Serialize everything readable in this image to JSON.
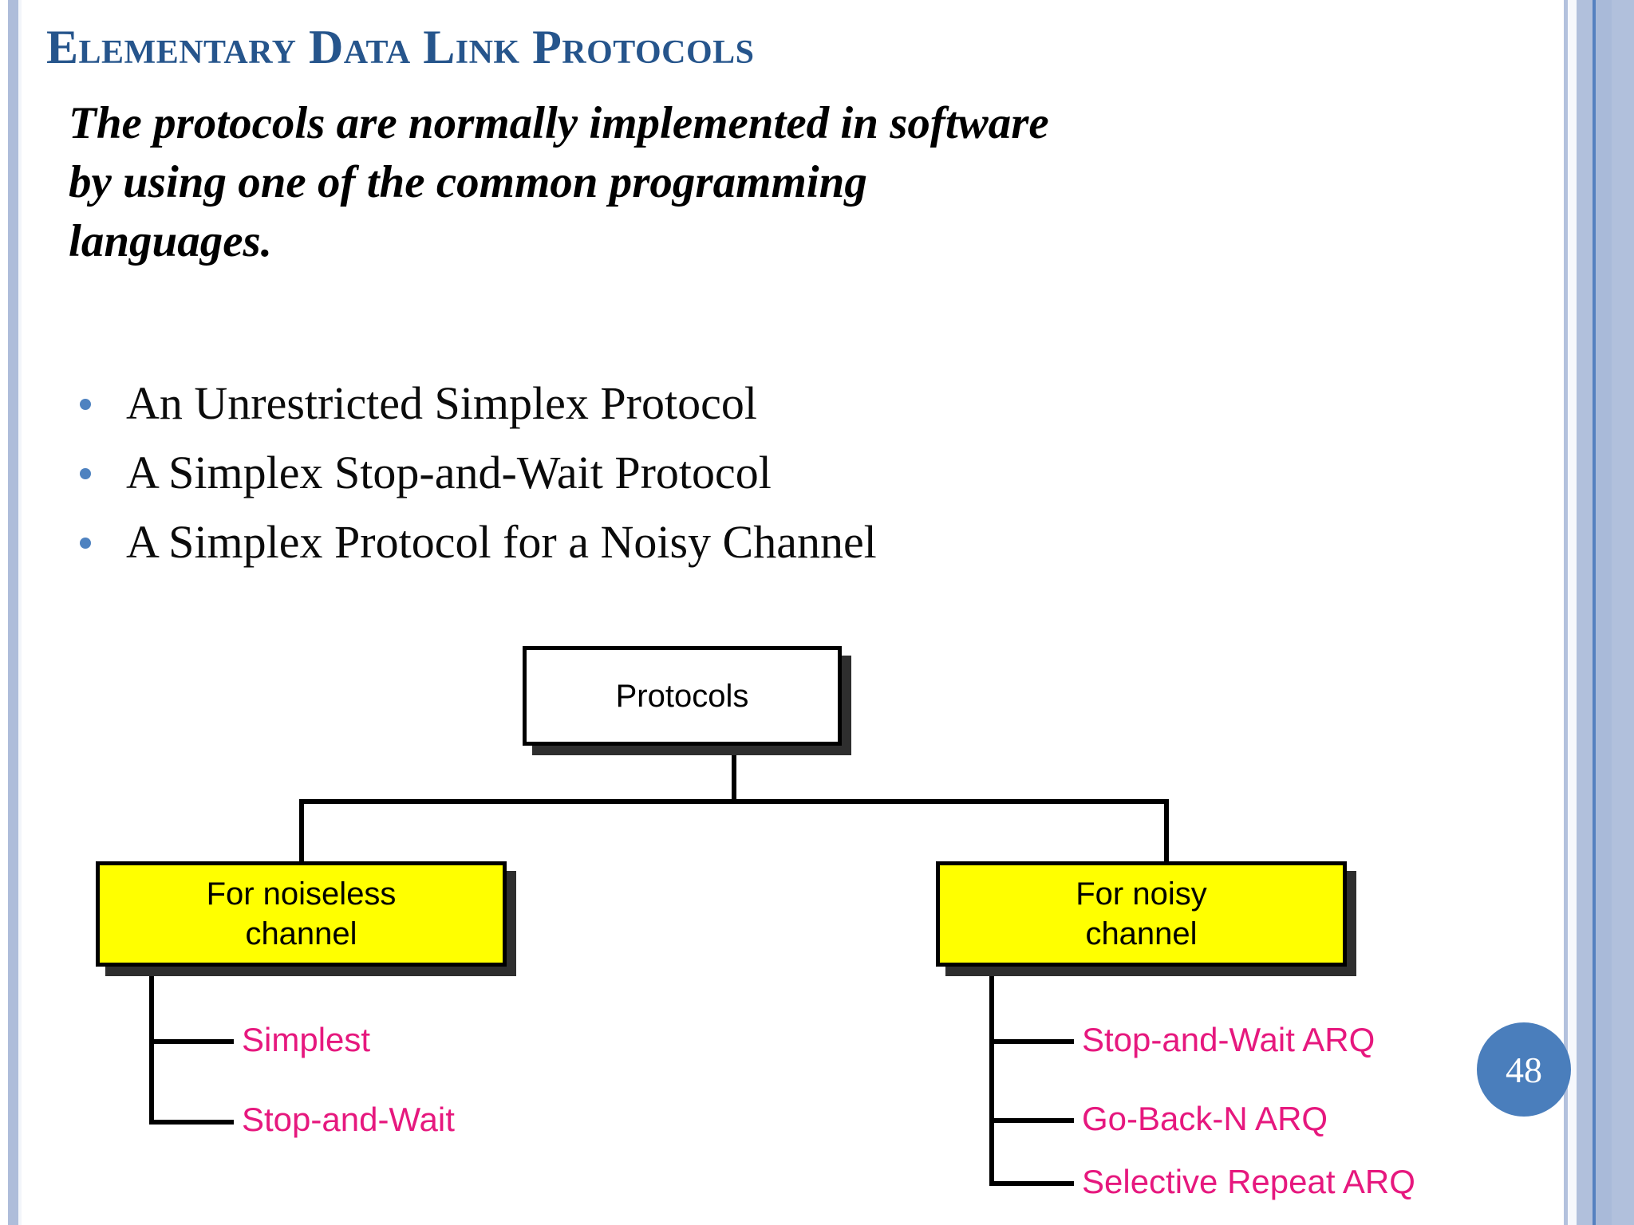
{
  "slide": {
    "title": "Elementary Data Link Protocols",
    "page_number": "48",
    "accent_color": "#26558c",
    "bullet_dot_color": "#4e82c0",
    "leaf_label_color": "#e6187e",
    "node_fill_highlight": "#ffff00",
    "badge_color": "#4a7ebc"
  },
  "intro": {
    "lines": [
      [
        "The",
        "protocols",
        "are",
        "normally",
        "implemented",
        "in",
        "software"
      ],
      [
        "by",
        "using",
        "one",
        "of",
        "the",
        "common",
        "programming"
      ],
      [
        "languages."
      ]
    ],
    "full_text": "The protocols are normally implemented in software by using one of the common programming languages."
  },
  "bullets": [
    {
      "label": "An Unrestricted Simplex Protocol"
    },
    {
      "label": "A Simplex Stop-and-Wait Protocol"
    },
    {
      "label": "A Simplex Protocol for a Noisy Channel"
    }
  ],
  "diagram": {
    "root": {
      "label": "Protocols"
    },
    "branches": [
      {
        "label_line1": "For noiseless",
        "label_line2": "channel",
        "leaves": [
          {
            "label": "Simplest"
          },
          {
            "label": "Stop-and-Wait"
          }
        ]
      },
      {
        "label_line1": "For noisy",
        "label_line2": "channel",
        "leaves": [
          {
            "label": "Stop-and-Wait ARQ"
          },
          {
            "label": "Go-Back-N ARQ"
          },
          {
            "label": "Selective Repeat ARQ"
          }
        ]
      }
    ]
  }
}
